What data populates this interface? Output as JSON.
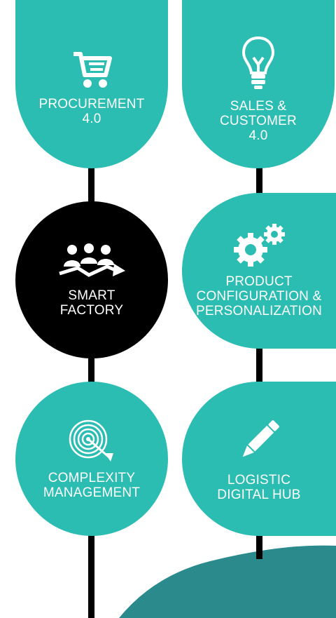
{
  "colors": {
    "teal": "#2bbcb2",
    "black": "#000000",
    "background_teal": "#2a8a8c",
    "white": "#ffffff"
  },
  "nodes": [
    {
      "id": "procurement",
      "lines": [
        "PROCUREMENT",
        "4.0"
      ],
      "icon": "shopping-cart-icon"
    },
    {
      "id": "sales",
      "lines": [
        "SALES &",
        "CUSTOMER",
        "4.0"
      ],
      "icon": "lightbulb-icon"
    },
    {
      "id": "smart-factory",
      "lines": [
        "SMART",
        "FACTORY"
      ],
      "icon": "team-growth-icon"
    },
    {
      "id": "product-config",
      "lines": [
        "PRODUCT",
        "CONFIGURATION &",
        "PERSONALIZATION"
      ],
      "icon": "gears-icon"
    },
    {
      "id": "complexity",
      "lines": [
        "COMPLEXITY",
        "MANAGEMENT"
      ],
      "icon": "target-icon"
    },
    {
      "id": "logistic",
      "lines": [
        "LOGISTIC",
        "DIGITAL HUB"
      ],
      "icon": "pencil-icon"
    }
  ]
}
